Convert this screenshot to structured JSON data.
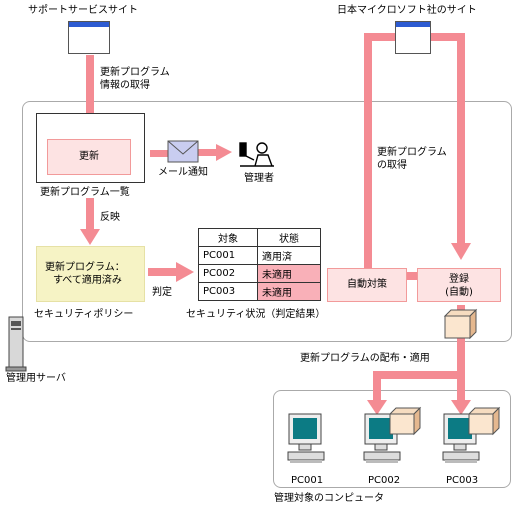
{
  "labels": {
    "support_site": "サポートサービスサイト",
    "ms_site": "日本マイクロソフト社のサイト",
    "get_update_info_1": "更新プログラム",
    "get_update_info_2": "情報の取得",
    "get_update_1": "更新プログラム",
    "get_update_2": "の取得",
    "update_box": "更新",
    "update_list": "更新プログラム一覧",
    "mail_notify": "メール通知",
    "admin": "管理者",
    "reflect": "反映",
    "policy_box_1": "更新プログラム：",
    "policy_box_2": "すべて適用済み",
    "policy": "セキュリティポリシー",
    "judge": "判定",
    "security_status": "セキュリティ状況（判定結果）",
    "auto_action": "自動対策",
    "register_1": "登録",
    "register_2": "(自動)",
    "distribution": "更新プログラムの配布・適用",
    "mgmt_server": "管理用サーバ",
    "target_computers": "管理対象のコンピュータ"
  },
  "status_table": {
    "headers": [
      "対象",
      "状態"
    ],
    "rows": [
      {
        "target": "PC001",
        "state": "適用済"
      },
      {
        "target": "PC002",
        "state": "未適用"
      },
      {
        "target": "PC003",
        "state": "未適用"
      }
    ]
  },
  "computers": [
    "PC001",
    "PC002",
    "PC003"
  ],
  "colors": {
    "arrow": "#f48b93",
    "pending": "#f9b0b8",
    "pink_box": "#fde3e3",
    "yellow_box": "#f6f3c5",
    "window_bar": "#2d5bd1"
  }
}
